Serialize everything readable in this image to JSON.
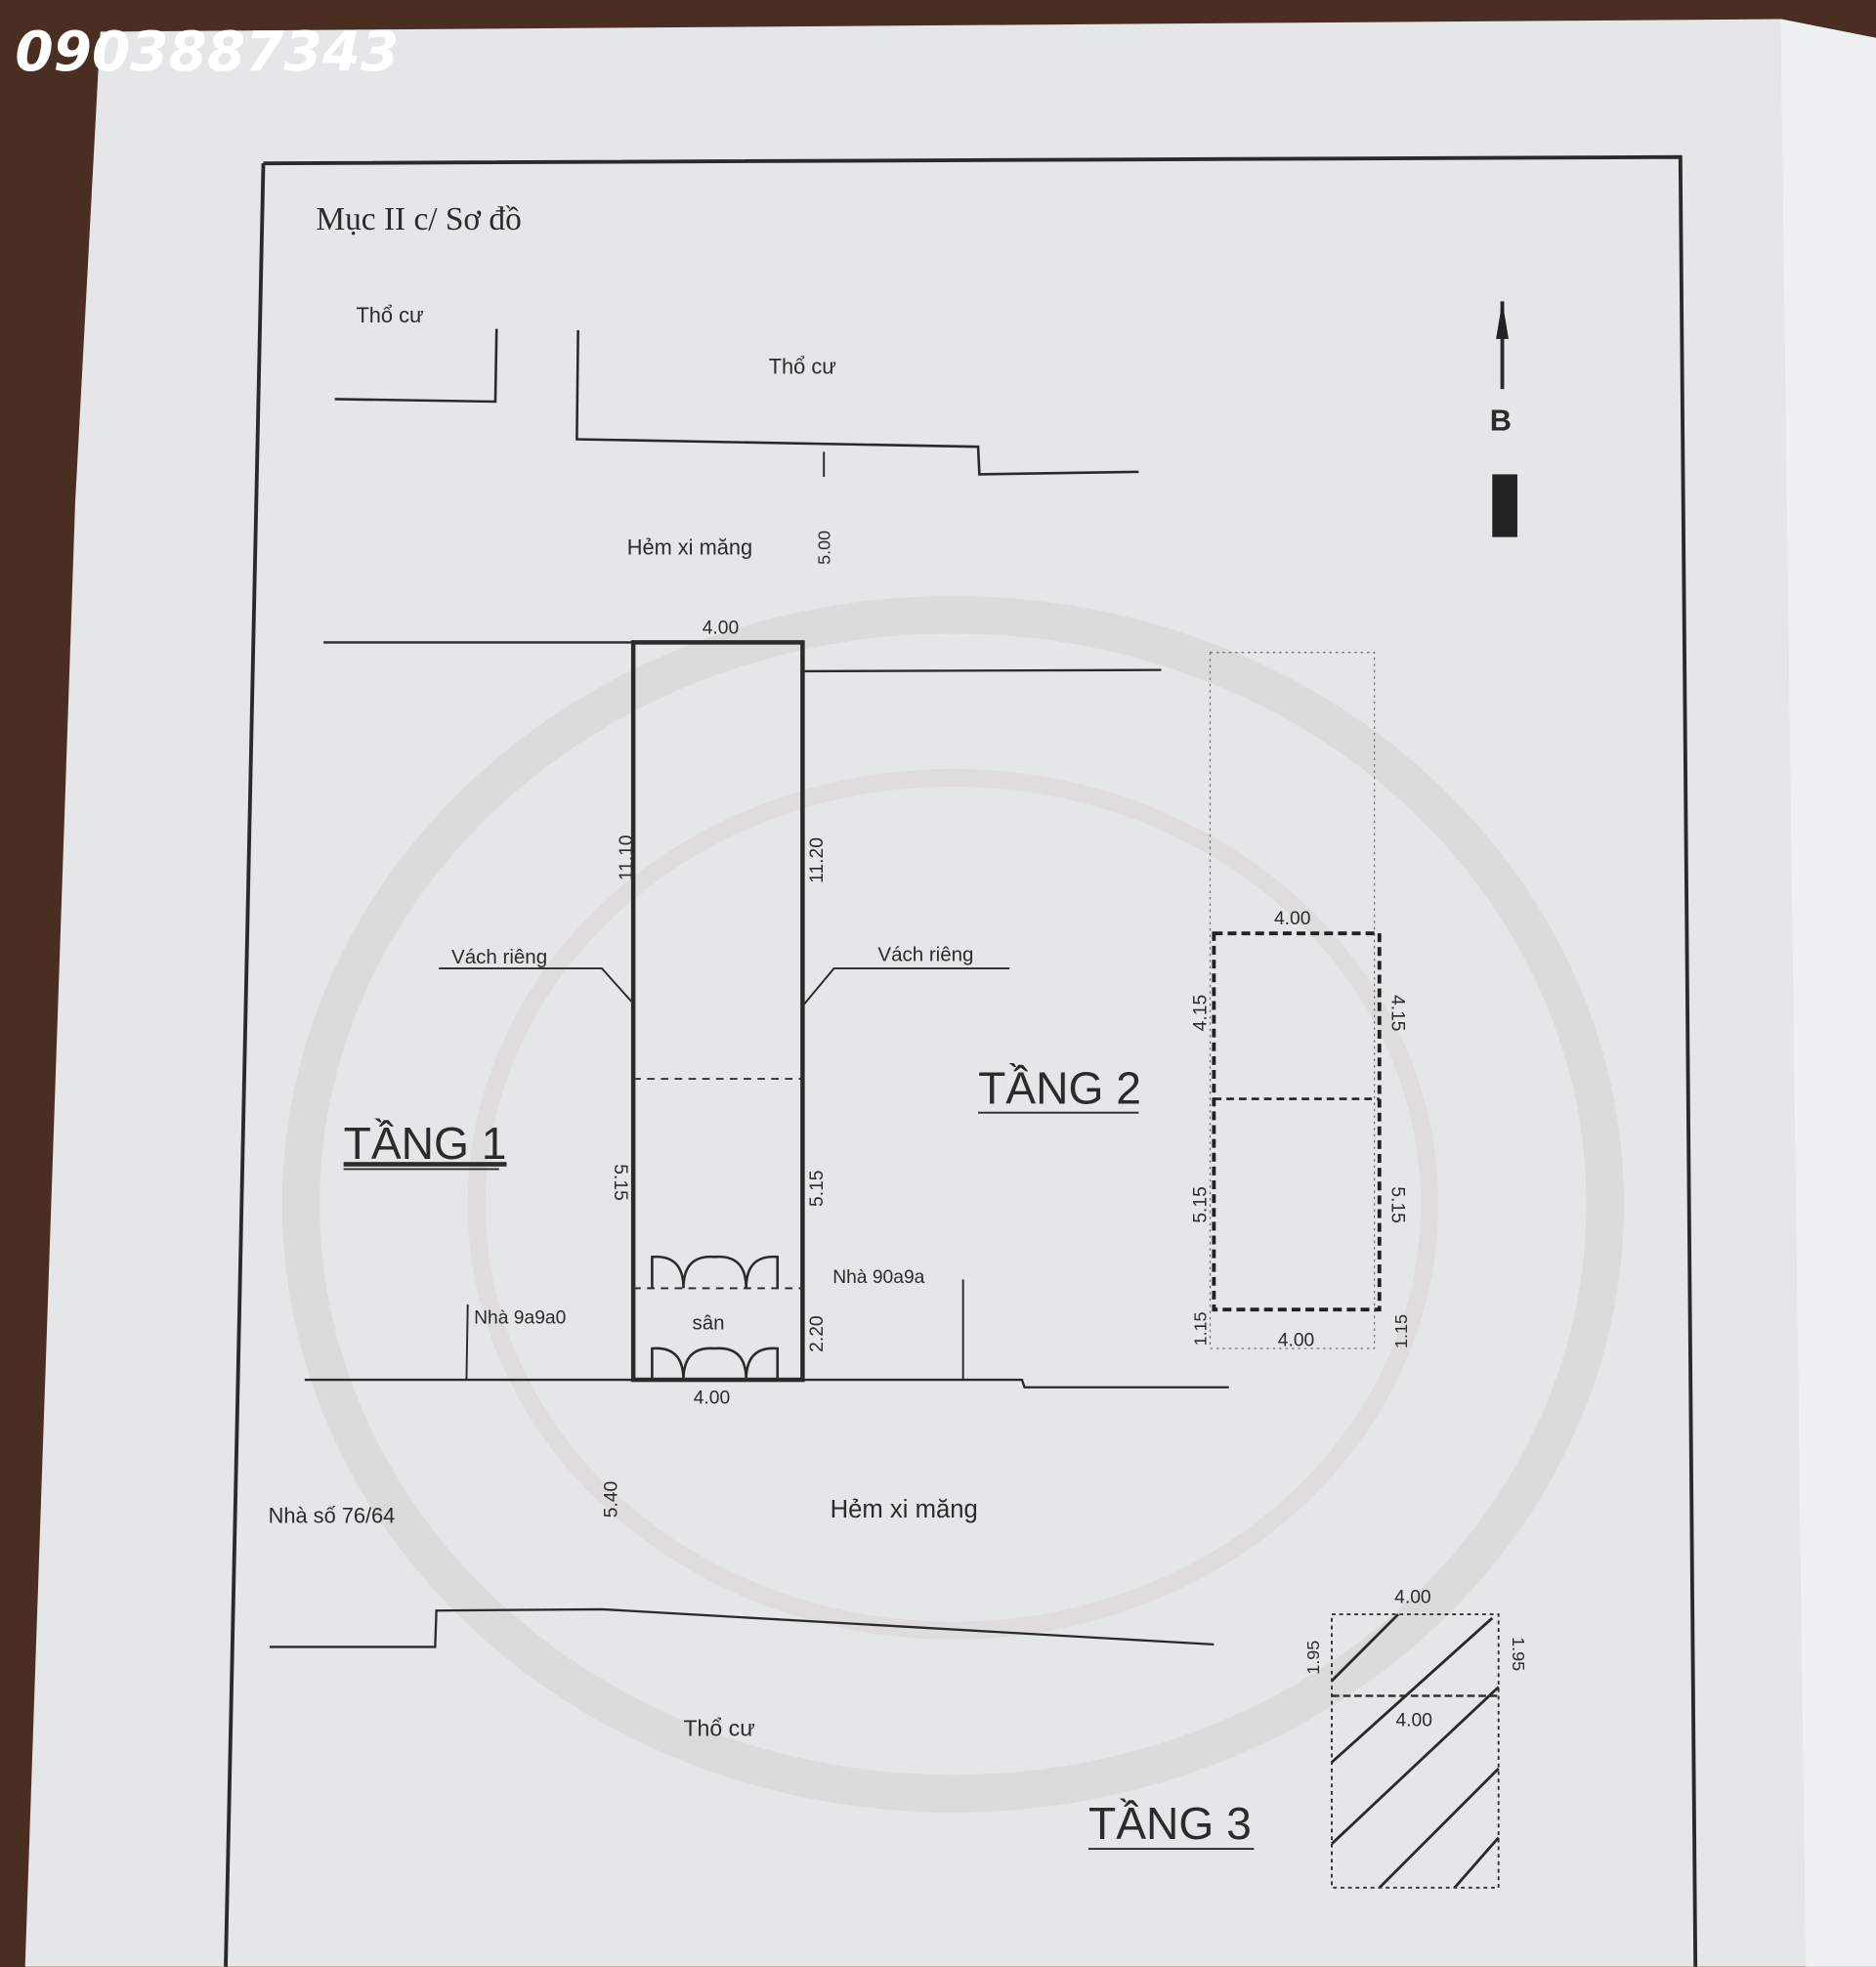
{
  "overlay": {
    "phone": "0903887343"
  },
  "document": {
    "section_title": "Mục II c/ Sơ đồ",
    "north_label": "B",
    "neighbors": {
      "top_left": "Thổ cư",
      "top_center": "Thổ cư",
      "bottom": "Thổ cư",
      "left_wall": "Vách riêng",
      "right_wall": "Vách riêng",
      "left_house": "Nhà 9a9a0",
      "right_house": "Nhà 90a9a",
      "bottom_left": "Nhà số 76/64"
    },
    "alleys": {
      "top": "Hẻm xi măng",
      "bottom": "Hẻm xi măng"
    },
    "floor1": {
      "title": "TẦNG 1",
      "width_top": "4.00",
      "width_bottom": "4.00",
      "left_upper": "11.10",
      "right_upper": "11.20",
      "left_lower": "5.15",
      "right_lower": "5.15",
      "yard_depth": "2.20",
      "yard_label": "sân",
      "alley_top_width": "5.00",
      "alley_bottom_width": "5.40"
    },
    "floor2": {
      "title": "TẦNG 2",
      "width_top": "4.00",
      "width_bottom": "4.00",
      "left_upper": "4.15",
      "right_upper": "4.15",
      "left_lower": "5.15",
      "right_lower": "5.15",
      "left_bottom": "1.15",
      "right_bottom": "1.15"
    },
    "floor3": {
      "title": "TẦNG 3",
      "width_top": "4.00",
      "width_mid": "4.00",
      "left": "1.95",
      "right": "1.95"
    }
  }
}
